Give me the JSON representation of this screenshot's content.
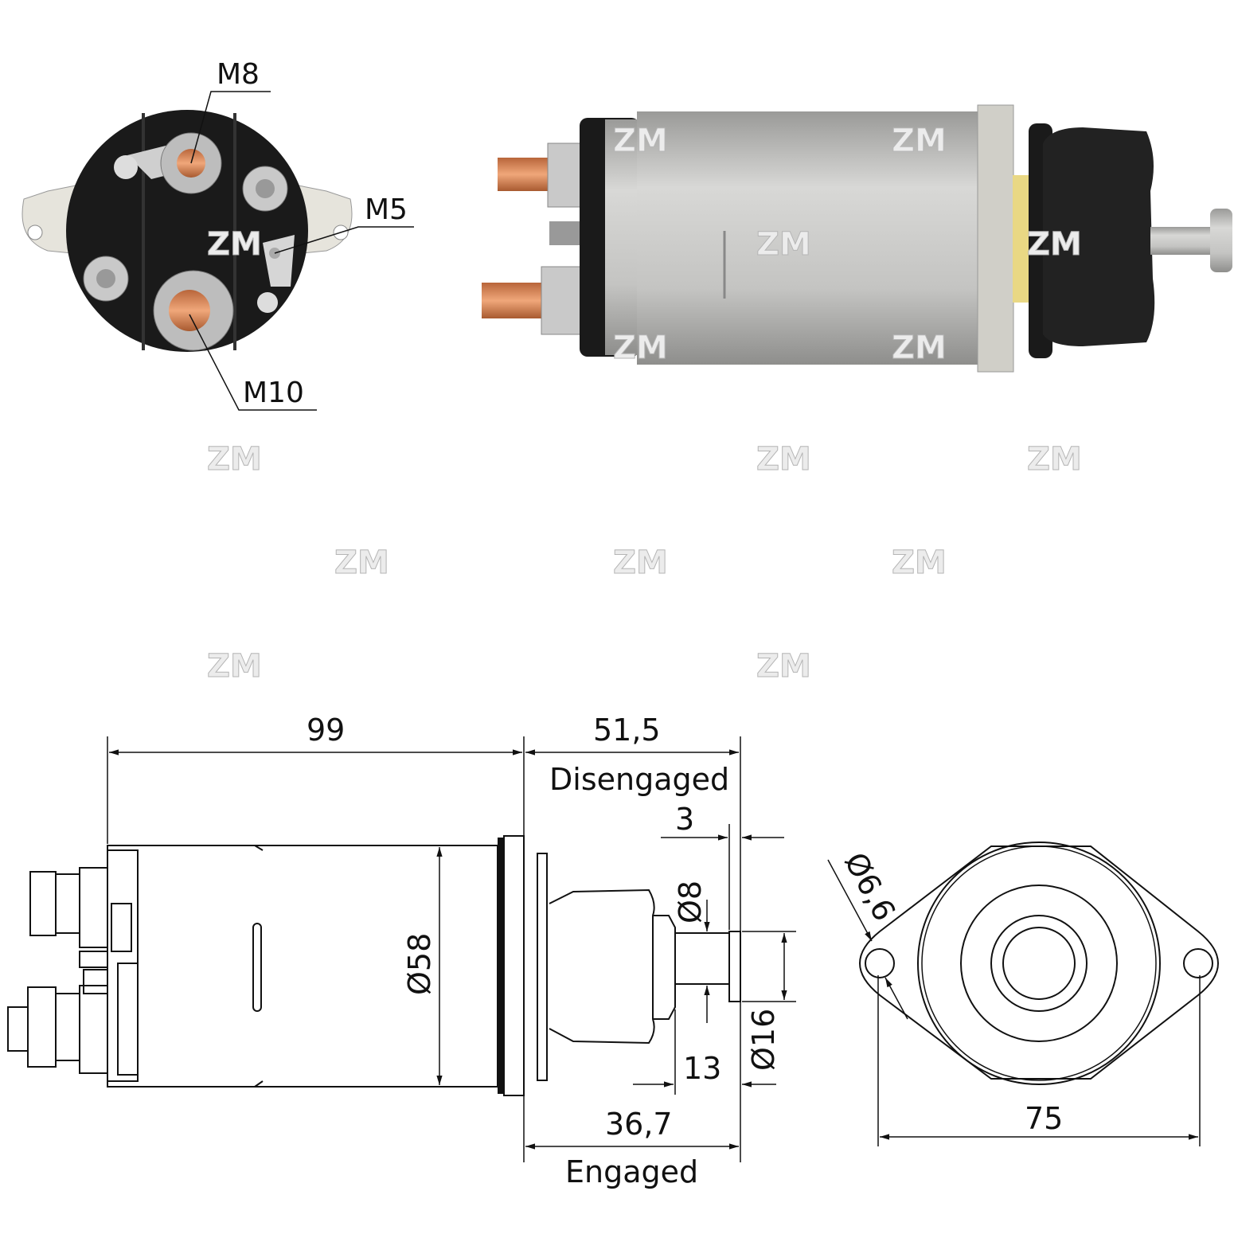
{
  "watermark": "ZM",
  "photo_end_view": {
    "labels": {
      "m8": "M8",
      "m5": "M5",
      "m10": "M10"
    }
  },
  "drawing_side": {
    "dims": {
      "length": "99",
      "disengaged_value": "51,5",
      "disengaged_label": "Disengaged",
      "disc_thickness": "3",
      "shaft_diameter": "Ø8",
      "body_diameter": "Ø58",
      "disc_diameter": "Ø16",
      "shaft_length": "13",
      "engaged_value": "36,7",
      "engaged_label": "Engaged"
    }
  },
  "drawing_end": {
    "dims": {
      "hole_diameter": "Ø6,6",
      "hole_spacing": "75"
    }
  },
  "colors": {
    "copper": "#d98a5a",
    "body": "#c9c9c7",
    "black": "#1a1a1a",
    "flange": "#e6e4dc"
  }
}
